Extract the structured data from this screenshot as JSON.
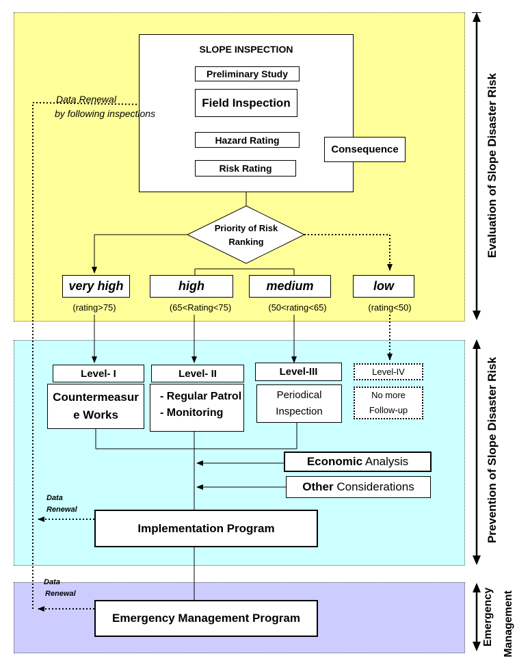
{
  "sections": {
    "evaluation": "Evaluation of Slope Disaster Risk",
    "prevention": "Prevention of Slope Disaster Risk",
    "emergency_line1": "Emergency",
    "emergency_line2": "Management"
  },
  "inspection": {
    "title": "SLOPE INSPECTION",
    "preliminary": "Preliminary Study",
    "field": "Field Inspection",
    "hazard": "Hazard Rating",
    "risk": "Risk Rating",
    "consequence": "Consequence"
  },
  "data_renewal_top": {
    "line1": "Data Renewal",
    "line2": "by following inspections"
  },
  "priority": {
    "line1": "Priority of Risk",
    "line2": "Ranking"
  },
  "rankings": [
    {
      "label": "very high",
      "range": "(rating>75)"
    },
    {
      "label": "high",
      "range": "(65<Rating<75)"
    },
    {
      "label": "medium",
      "range": "(50<rating<65)"
    },
    {
      "label": "low",
      "range": "(rating<50)"
    }
  ],
  "levels": [
    {
      "label": "Level- I",
      "action": "Countermeasure Works"
    },
    {
      "label": "Level- II",
      "action_line1": "- Regular Patrol",
      "action_line2": "- Monitoring"
    },
    {
      "label": "Level-III",
      "action_line1": "Periodical",
      "action_line2": "Inspection"
    },
    {
      "label": "Level-IV",
      "action_line1": "No more",
      "action_line2": "Follow-up"
    }
  ],
  "economic": {
    "bold": "Economic",
    "rest": " Analysis"
  },
  "other": {
    "bold": "Other",
    "rest": " Considerations"
  },
  "implementation": "Implementation Program",
  "emergency_program": "Emergency Management Program",
  "data_renewal_small": {
    "line1": "Data",
    "line2": "Renewal"
  }
}
